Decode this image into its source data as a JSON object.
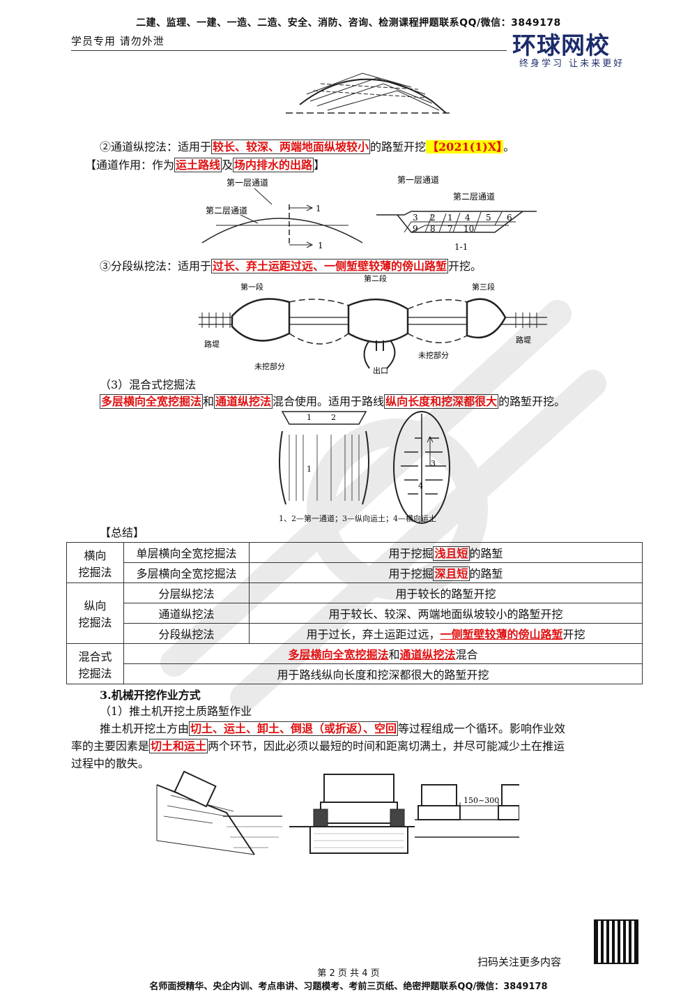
{
  "header": {
    "top_line": "二建、监理、一建、一造、二造、安全、消防、咨询、检测课程押题联系QQ/微信：3849178",
    "left_note": "学员专用 请勿外泄",
    "logo": "环球网校",
    "logo_slogan": "终身学习 让未来更好"
  },
  "sec2": {
    "prefix": "②通道纵挖法：适用于",
    "red": "较长、较深、两端地面纵坡较小",
    "suffix": "的路堑开挖",
    "tag": "【2021(1)X】",
    "end": "。",
    "note_prefix": "【通道作用：作为",
    "note_red1": "运土路线",
    "note_mid": "及",
    "note_red2": "场内排水的出路",
    "note_end": "】"
  },
  "fig2": {
    "l_layer1": "第一层通道",
    "l_layer2": "第二层通道",
    "l_mark1": "1",
    "l_mark2": "1",
    "r_layer1": "第一层通道",
    "r_layer2": "第二层通道",
    "nums": [
      "3",
      "2",
      "1",
      "4",
      "5",
      "6",
      "9",
      "8",
      "7",
      "10"
    ],
    "section": "1-1"
  },
  "sec3": {
    "prefix": "③分段纵挖法：适用于",
    "red": "过长、弃土运距过远、一侧堑壁较薄的傍山路堑",
    "suffix": "开挖。"
  },
  "fig3": {
    "seg1": "第一段",
    "seg2": "第二段",
    "seg3": "第三段",
    "embank_l": "路堤",
    "embank_r": "路堤",
    "unexc_l": "未挖部分",
    "unexc_r": "未挖部分",
    "exit": "出口"
  },
  "sec4": {
    "title": "（3）混合式挖掘法",
    "red1": "多层横向全宽挖掘法",
    "mid1": "和",
    "red2": "通道纵挖法",
    "mid2": "混合使用。适用于路线",
    "red3": "纵向长度和挖深都很大",
    "end": "的路堑开挖。"
  },
  "fig4": {
    "caption": "1、2—第一通道；3—纵向运土；4—横向运土",
    "n1": "1",
    "n2": "2",
    "n3": "1",
    "n4": "3",
    "n5": "4"
  },
  "summary": {
    "title": "【总结】",
    "rows": [
      {
        "group": "横向\n挖掘法",
        "method": "单层横向全宽挖掘法",
        "pre": "用于挖掘",
        "red": "浅且短",
        "post": "的路堑"
      },
      {
        "method": "多层横向全宽挖掘法",
        "pre": "用于挖掘",
        "red": "深且短",
        "post": "的路堑"
      },
      {
        "group": "纵向\n挖掘法",
        "method": "分层纵挖法",
        "pre": "用于较长的路堑开挖",
        "red": "",
        "post": ""
      },
      {
        "method": "通道纵挖法",
        "pre": "用于较长、较深、两端地面纵坡较小的路堑开挖",
        "red": "",
        "post": ""
      },
      {
        "method": "分段纵挖法",
        "pre": "用于过长，弃土运距过远，",
        "red": "一侧堑壁较薄的傍山路堑",
        "post": "开挖"
      }
    ],
    "mixed_group": "混合式\n挖掘法",
    "mixed_red1": "多层横向全宽挖掘法",
    "mixed_mid": "和",
    "mixed_red2": "通道纵挖法",
    "mixed_end": "混合",
    "mixed_row2": "用于路线纵向长度和挖深都很大的路堑开挖"
  },
  "sec5": {
    "title": "3.机械开挖作业方式",
    "sub": "（1）推土机开挖土质路堑作业",
    "p1_pre": "推土机开挖土方由",
    "p1_red": "切土、运土、卸土、倒退（或折返）、空回",
    "p1_post": "等过程组成一个循环。影响作业效",
    "p2_pre": "率的主要因素是",
    "p2_red": "切土和运土",
    "p2_post": "两个环节，因此必须以最短的时间和距离切满土，并尽可能减少土在推运",
    "p3": "过程中的散失。",
    "dim": "150~300"
  },
  "footer": {
    "scan": "扫码关注更多内容",
    "page": "第 2 页 共 4 页",
    "bottom": "名师面授精华、央企内训、考点串讲、习题模考、考前三页纸、绝密押题联系QQ/微信：3849178"
  }
}
